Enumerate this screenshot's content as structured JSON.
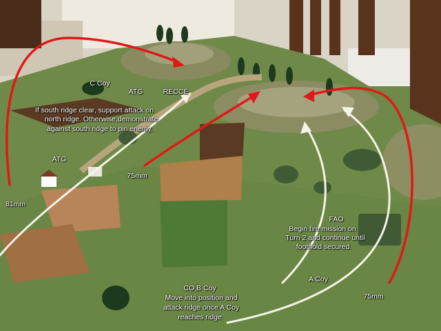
{
  "labels": {
    "c_coy": "C Coy",
    "atg_top": "ATG",
    "recce": "RECCE",
    "c_coy_orders_1": "If south ridge clear, support attack on",
    "c_coy_orders_2": "north ridge. Otherwise,demonstrate",
    "c_coy_orders_3": "against south ridge to pin enemy.",
    "atg_left": "ATG",
    "gun_75_center": "75mm",
    "mortar_81": "81mm",
    "fao": "FAO",
    "fao_orders_1": "Begin fire mission on",
    "fao_orders_2": "Turn 2 and continue until",
    "fao_orders_3": "foothold secured.",
    "a_coy": "A Coy",
    "gun_75_right": "75mm",
    "cob_1": "CO,B Coy",
    "cob_2": "Move into position and",
    "cob_3": "attack ridge once A Coy",
    "cob_4": "reaches  ridge"
  },
  "colors": {
    "arrow_red": "#e01818",
    "arrow_white": "#f4f4e8",
    "table_green": "#6f8a48",
    "field_wheat": "#b0804a",
    "field_plowed": "#5a3a22"
  }
}
